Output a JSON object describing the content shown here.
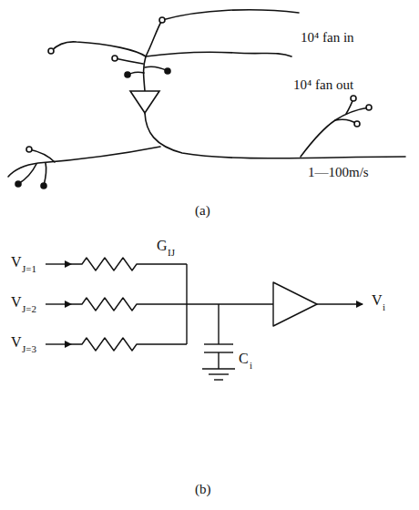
{
  "diagram": {
    "labels": [
      "10⁴ fan in",
      "10⁴ fan out",
      "1—100m/s",
      "(a)",
      "V",
      "J=1",
      "V",
      "J=2",
      "V",
      "J=3",
      "G",
      "IJ",
      "C",
      "i",
      "V",
      "i",
      "(b)"
    ]
  }
}
